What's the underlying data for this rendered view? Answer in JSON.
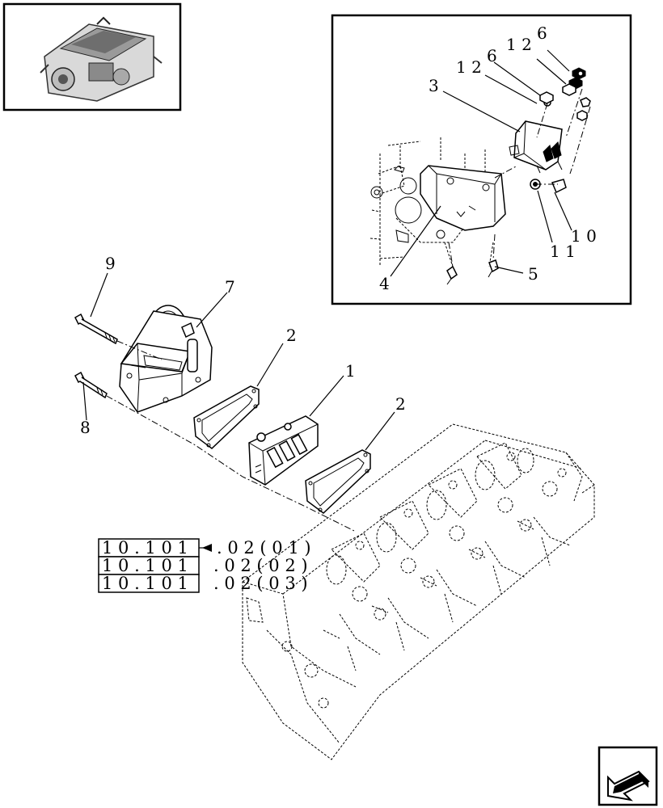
{
  "callouts": {
    "c1": "1",
    "c2a": "2",
    "c2b": "2",
    "c3": "3",
    "c4": "4",
    "c5": "5",
    "c6a": "6",
    "c6b": "6",
    "c7": "7",
    "c8": "8",
    "c9": "9",
    "c10": "1 0",
    "c11": "1 1",
    "c12a": "1 2",
    "c12b": "1 2"
  },
  "references": [
    {
      "code": "1 0 . 1 0 1",
      "suffix": ". 0 2 ( 0 1 )"
    },
    {
      "code": "1 0 . 1 0 1",
      "suffix": ". 0 2 ( 0 2 )"
    },
    {
      "code": "1 0 . 1 0 1",
      "suffix": ". 0 2 ( 0 3 )"
    }
  ],
  "icons": {
    "thumbnail": "engine-thumbnail-icon",
    "next": "next-page-arrow-icon"
  }
}
